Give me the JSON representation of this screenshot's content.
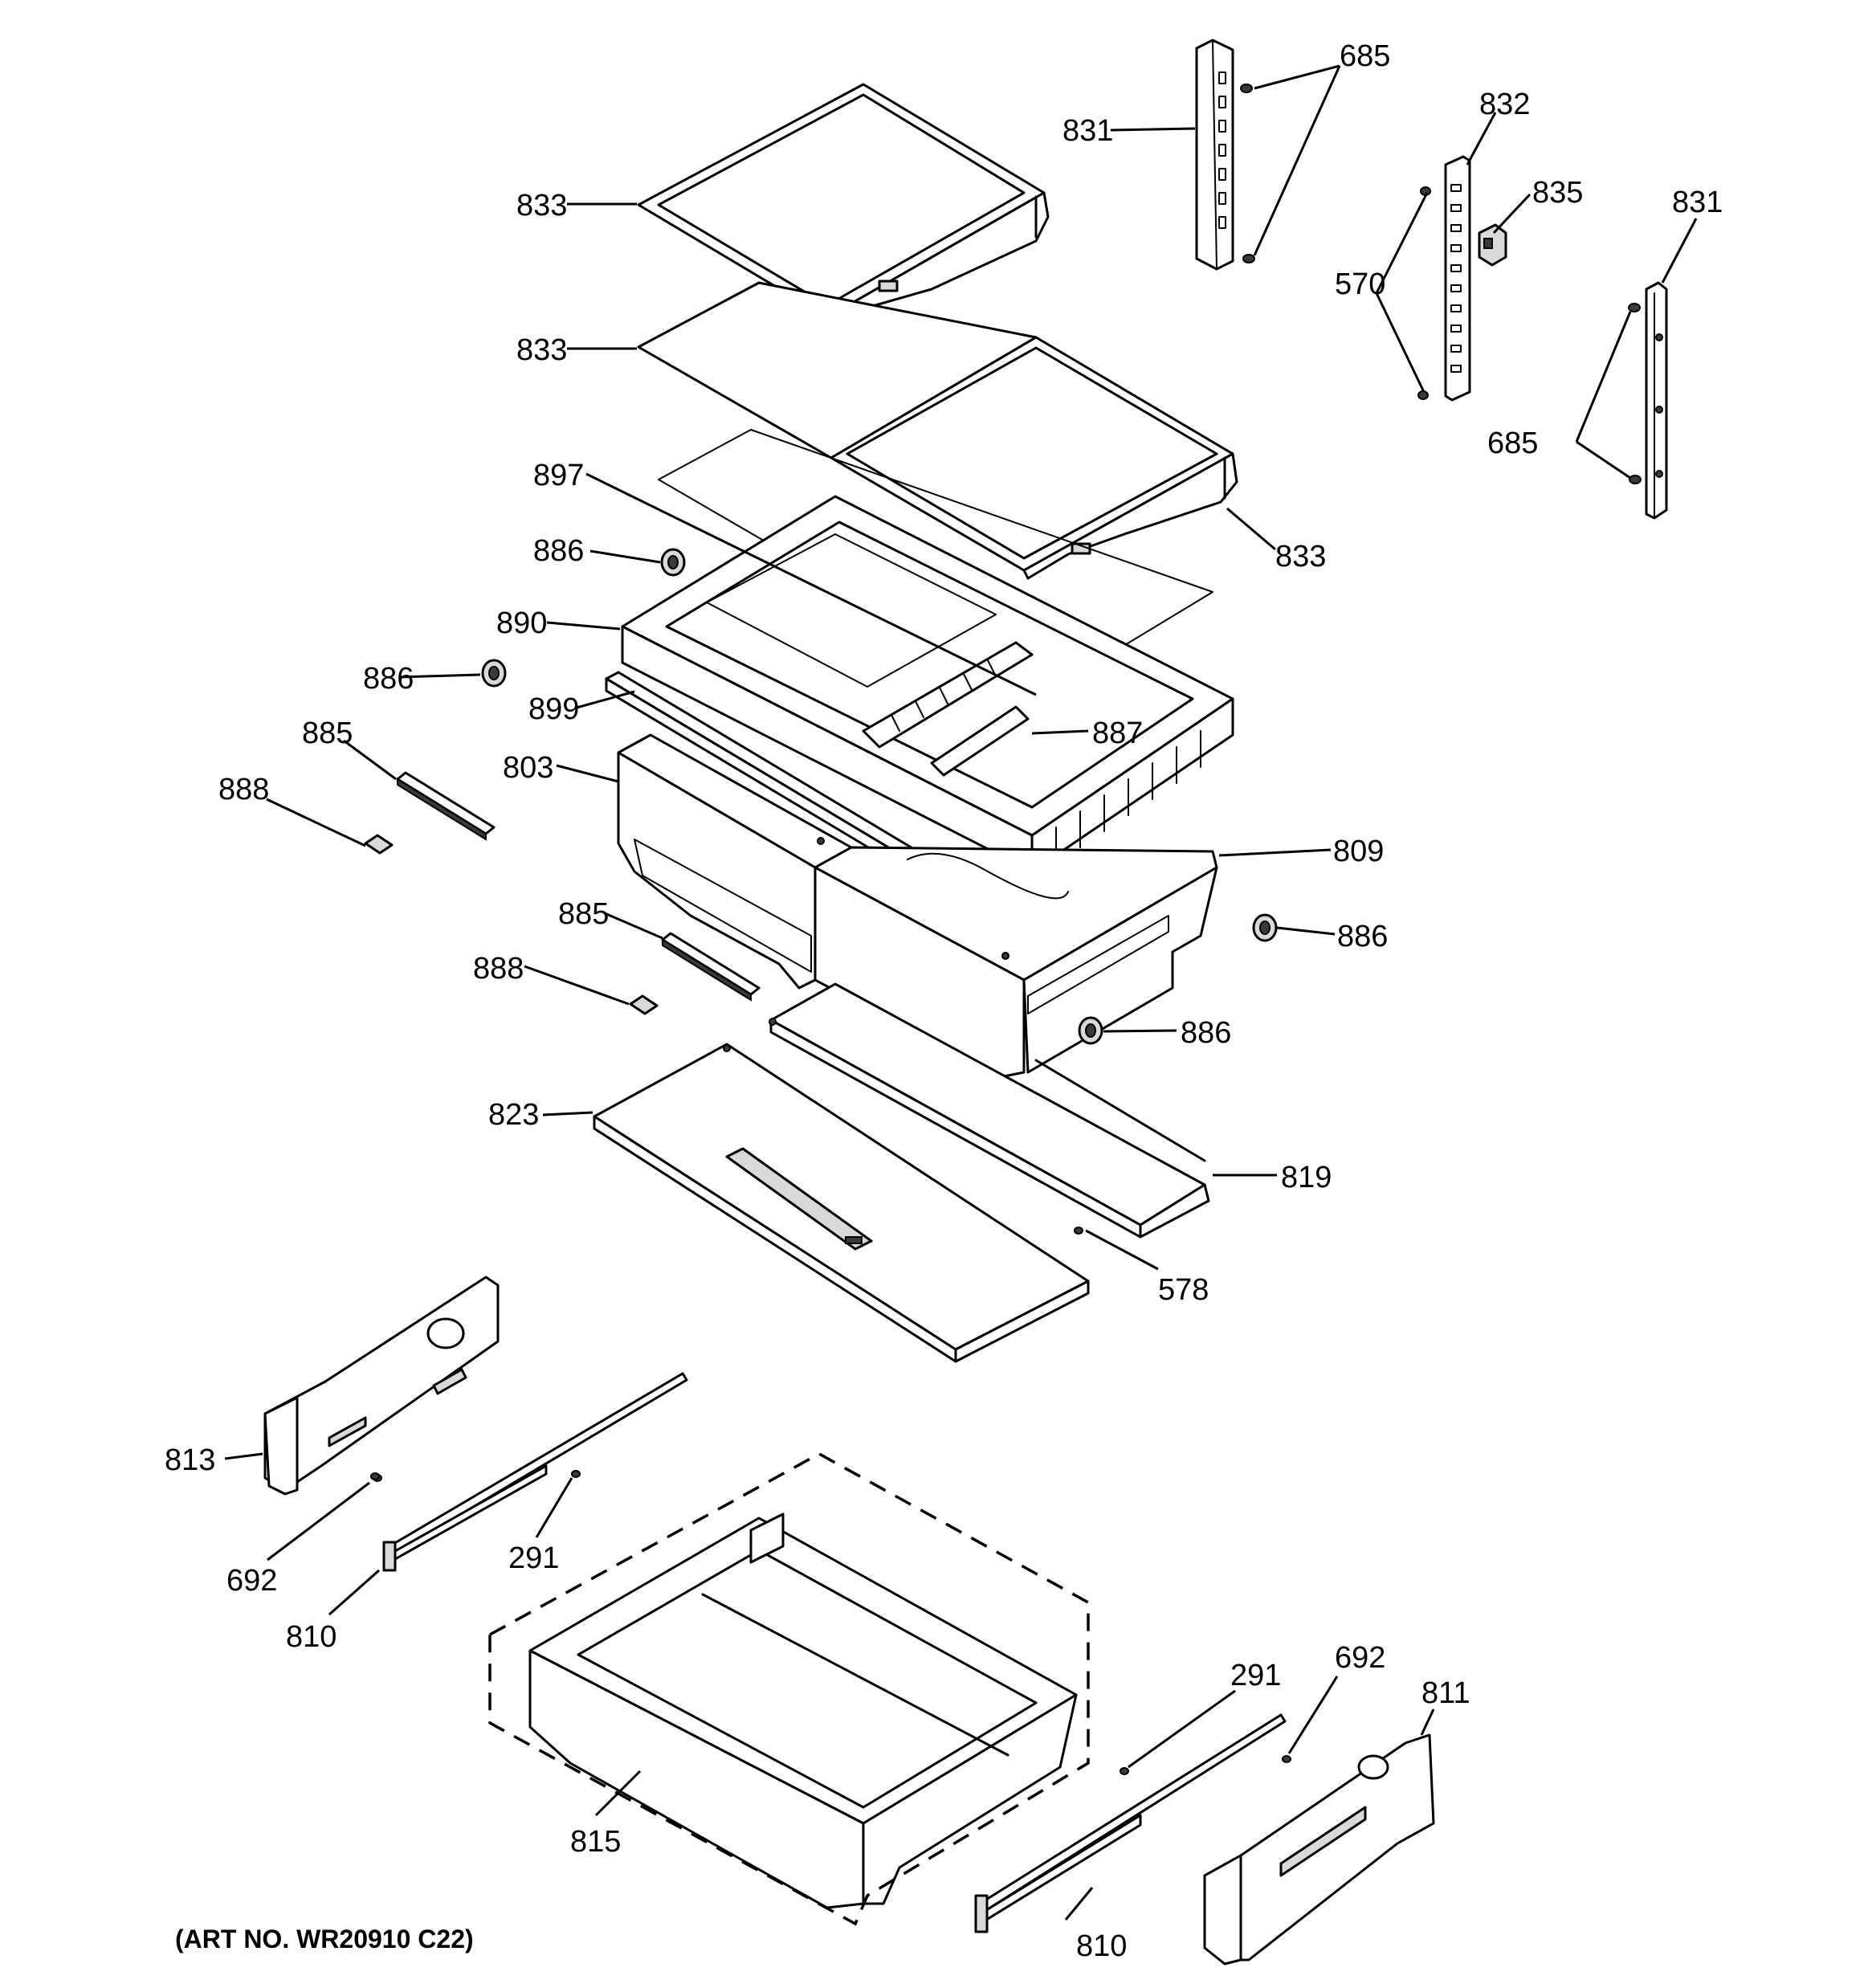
{
  "art_number": "(ART NO. WR20910 C22)",
  "callouts": {
    "c685_top": "685",
    "c831_left": "831",
    "c832": "832",
    "c835": "835",
    "c831_right": "831",
    "c570": "570",
    "c685_right": "685",
    "c833_a": "833",
    "c833_b": "833",
    "c833_c": "833",
    "c897": "897",
    "c886_a": "886",
    "c890": "890",
    "c886_b": "886",
    "c899": "899",
    "c887": "887",
    "c885_a": "885",
    "c888_a": "888",
    "c803": "803",
    "c809": "809",
    "c886_c": "886",
    "c885_b": "885",
    "c888_b": "888",
    "c886_d": "886",
    "c823": "823",
    "c819": "819",
    "c578": "578",
    "c813": "813",
    "c692_left": "692",
    "c291_left": "291",
    "c810_left": "810",
    "c291_right": "291",
    "c692_right": "692",
    "c811": "811",
    "c815": "815",
    "c810_right": "810"
  }
}
